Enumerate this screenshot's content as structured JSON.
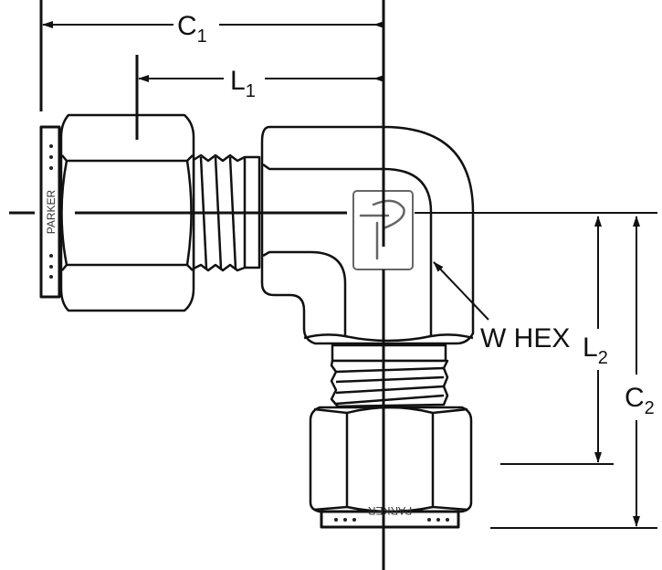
{
  "title": "90° Elbow Union Fitting – Dimension Drawing",
  "dimensions": {
    "c1": {
      "main": "C",
      "sub": "1"
    },
    "l1": {
      "main": "L",
      "sub": "1"
    },
    "l2": {
      "main": "L",
      "sub": "2"
    },
    "c2": {
      "main": "C",
      "sub": "2"
    }
  },
  "callout": "W HEX",
  "brand_mark": "PARKER",
  "colors": {
    "line": "#111111",
    "logo": "#666666"
  }
}
